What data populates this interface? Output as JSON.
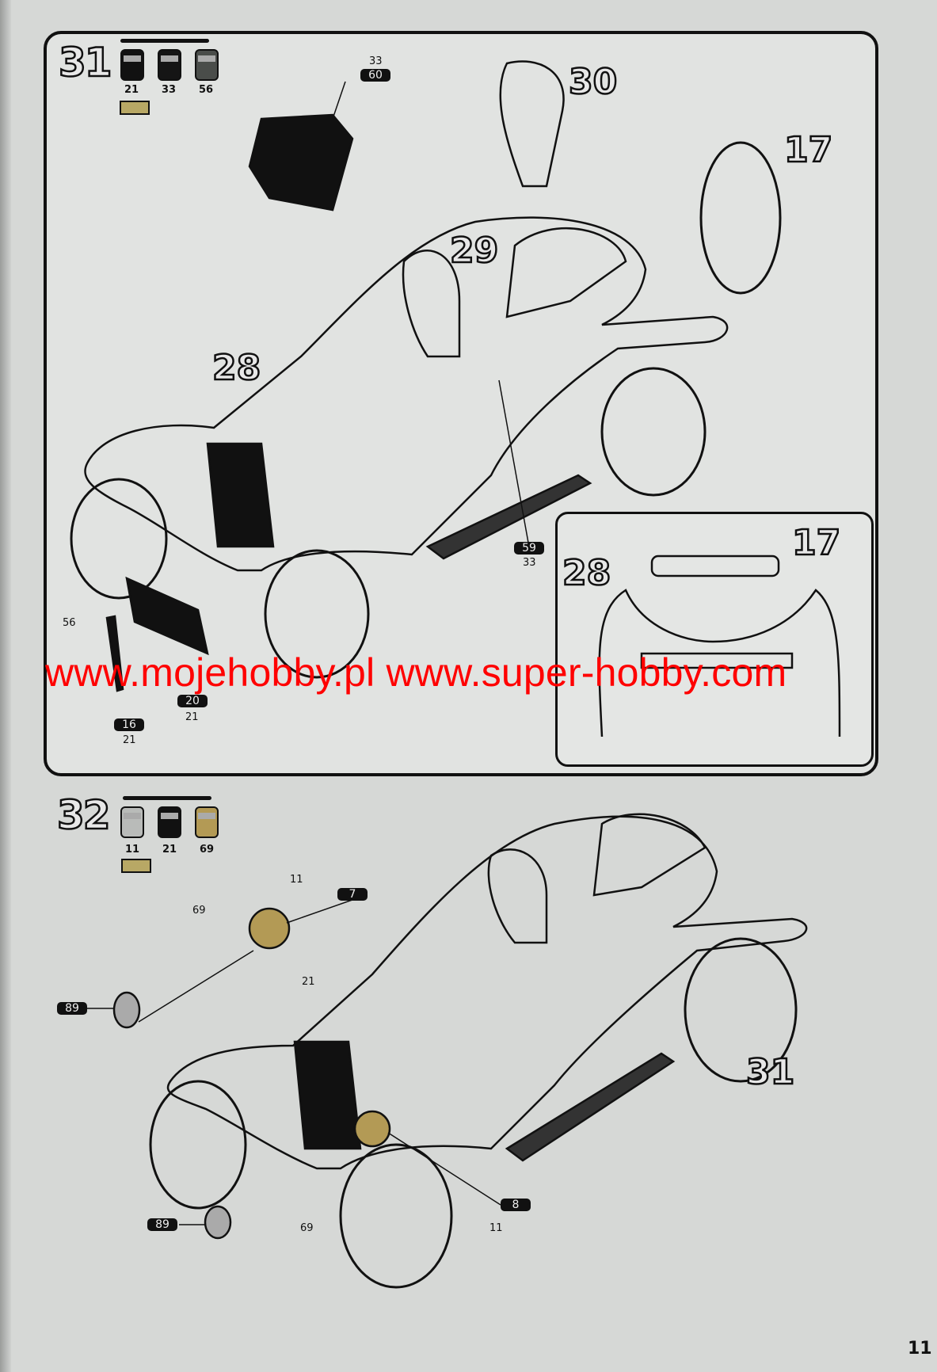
{
  "page_number": "11",
  "watermark": "www.mojehobby.pl www.super-hobby.com",
  "steps": [
    {
      "number": "31",
      "paints": [
        {
          "code": "21",
          "color": "#111111"
        },
        {
          "code": "33",
          "color": "#151515"
        },
        {
          "code": "56",
          "color": "#4a4d4a"
        }
      ],
      "part_numbers": {
        "seat_cushion": "30",
        "wheel": "17",
        "seat": "29",
        "body": "28"
      },
      "callouts": {
        "p60_paint": "33",
        "p60": "60",
        "p59": "59",
        "p59_paint": "33",
        "p56_paint": "56",
        "p20": "20",
        "p20_paint": "21",
        "p16": "16",
        "p16_paint": "21"
      },
      "inset": {
        "part_a": "17",
        "part_b": "28"
      }
    },
    {
      "number": "32",
      "paints": [
        {
          "code": "11",
          "color": "#b9bbb9"
        },
        {
          "code": "21",
          "color": "#111111"
        },
        {
          "code": "69",
          "color": "#b39a55"
        }
      ],
      "part_numbers": {
        "body": "31"
      },
      "callouts": {
        "lamp_chrome": "11",
        "lamp_reflector": "69",
        "p7": "7",
        "bracket_paint": "21",
        "p89_left": "89",
        "p8": "8",
        "lamp2_chrome": "11",
        "lamp2_reflector": "69",
        "p89_bottom": "89"
      }
    }
  ]
}
